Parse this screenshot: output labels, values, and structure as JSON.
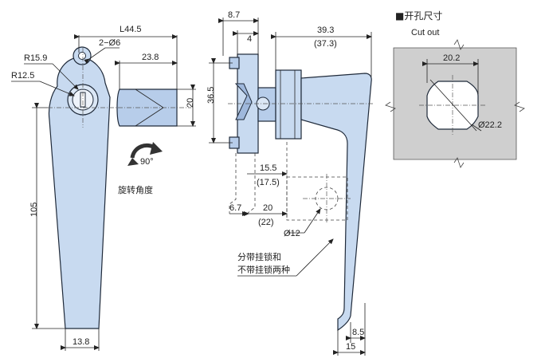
{
  "title": {
    "cutout_square": "■",
    "cutout_cn": "开孔尺寸",
    "cutout_en": "Cut out"
  },
  "dims_front": {
    "L": "L44.5",
    "holes": "2−Ø6",
    "len_23_8": "23.8",
    "r15_9": "R15.9",
    "r12_5": "R12.5",
    "h20": "20",
    "h105": "105",
    "w13_8": "13.8",
    "rot_angle": "90°",
    "rot_label": "旋转角度"
  },
  "dims_side": {
    "d8_7": "8.7",
    "d4": "4",
    "d39_3": "39.3",
    "d37_3": "(37.3)",
    "d36_5": "36.5",
    "d15_5": "15.5",
    "d17_5": "(17.5)",
    "d6_7": "6.7",
    "d20": "20",
    "d22": "(22)",
    "d12": "Ø12",
    "note_line1": "分带挂锁和",
    "note_line2": "不带挂锁两种",
    "d8_5": "8.5",
    "d15": "15"
  },
  "dims_cutout": {
    "w20_2": "20.2",
    "d22_2": "Ø22.2"
  },
  "colors": {
    "part": "#c8daf0",
    "cutout_plate": "#cfcfcf",
    "line": "#222222"
  }
}
